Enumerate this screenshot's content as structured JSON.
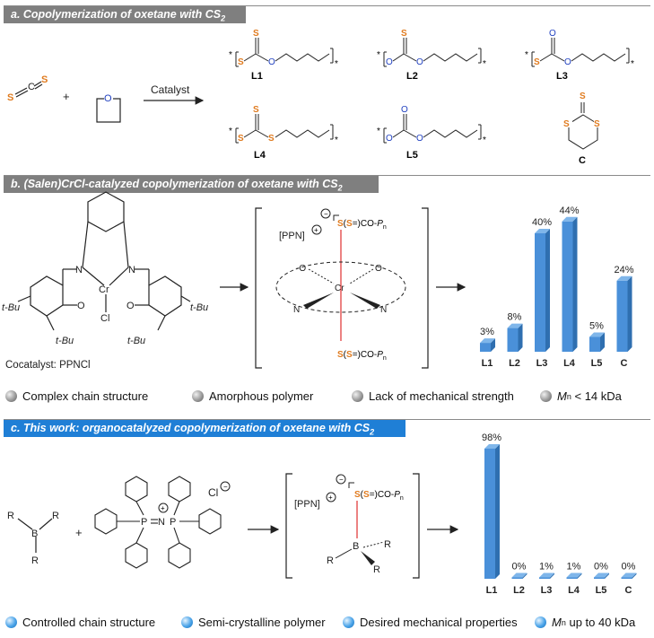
{
  "section_a": {
    "title": "a. Copolymerization of oxetane with CS",
    "title_sub": "2",
    "catalyst_label": "Catalyst",
    "plus": "+",
    "products": [
      "L1",
      "L2",
      "L3",
      "L4",
      "L5",
      "C"
    ]
  },
  "section_b": {
    "title": "b. (Salen)CrCl-catalyzed copolymerization of oxetane with CS",
    "title_sub": "2",
    "cocatalyst": "Cocatalyst: PPNCl",
    "ppn": "[PPN]",
    "chain_S1": "S",
    "chain_mid1": "(",
    "chain_S2": "S",
    "chain_tail": "=)CO-",
    "chain_P": "P",
    "chain_n": "n",
    "tbu": "t-Bu",
    "chart_data": {
      "type": "bar",
      "categories": [
        "L1",
        "L2",
        "L3",
        "L4",
        "L5",
        "C"
      ],
      "values": [
        3,
        8,
        40,
        44,
        5,
        24
      ],
      "labels": [
        "3%",
        "8%",
        "40%",
        "44%",
        "5%",
        "24%"
      ],
      "ylim": [
        0,
        50
      ]
    },
    "legend": [
      "Complex chain structure",
      "Amorphous polymer",
      "Lack of mechanical strength",
      "< 14 kDa"
    ],
    "legend_Mn": "M",
    "legend_Mn_sub": "n"
  },
  "section_c": {
    "title": "c. This work: organocatalyzed copolymerization of oxetane with CS",
    "title_sub": "2",
    "ppn": "[PPN]",
    "counterion": "Cl",
    "chart_data": {
      "type": "bar",
      "categories": [
        "L1",
        "L2",
        "L3",
        "L4",
        "L5",
        "C"
      ],
      "values": [
        98,
        0,
        1,
        1,
        0,
        0
      ],
      "labels": [
        "98%",
        "0%",
        "1%",
        "1%",
        "0%",
        "0%"
      ],
      "ylim": [
        0,
        100
      ]
    },
    "legend": [
      "Controlled chain structure",
      "Semi-crystalline polymer",
      "Desired mechanical properties",
      "up to 40 kDa"
    ],
    "legend_Mn": "M",
    "legend_Mn_sub": "n"
  },
  "colors": {
    "sulfur": "#e07b1f",
    "oxygen": "#1f3fbf",
    "bar": "#4a90d9",
    "bar_top": "#7fb6ea",
    "bar_side": "#2f6fb0",
    "bond_red": "#e03030",
    "banner_gray": "#7f7f7f",
    "banner_blue": "#1f7fd6"
  }
}
